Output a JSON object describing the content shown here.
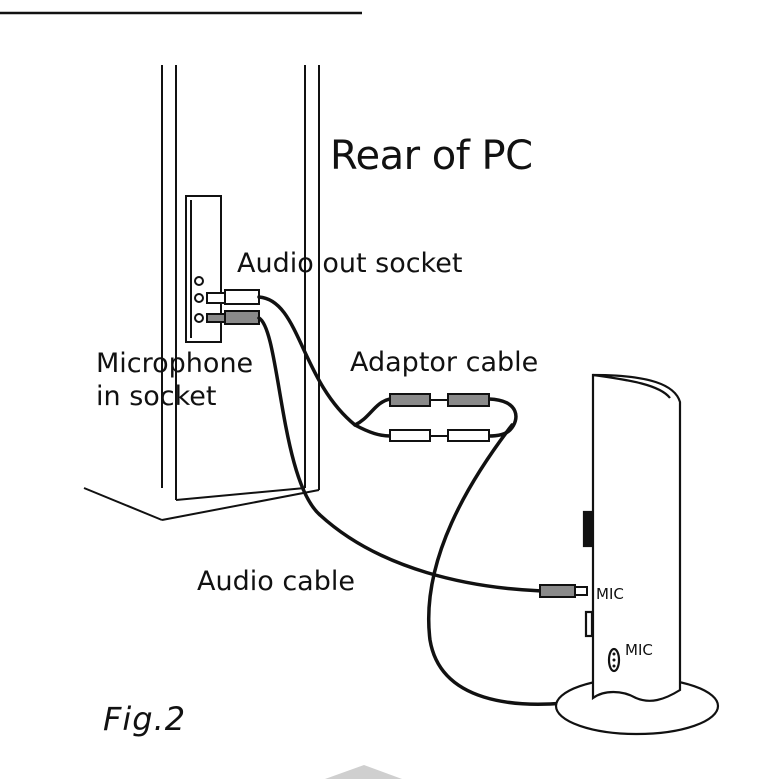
{
  "labels": {
    "rear_of_pc": "Rear of PC",
    "audio_out_socket": "Audio out socket",
    "microphone_line1": "Microphone",
    "microphone_line2": "in socket",
    "adaptor_cable": "Adaptor cable",
    "audio_cable": "Audio cable",
    "mic_jack": "MIC",
    "mic_port": "MIC",
    "figure": "Fig.2"
  },
  "colors": {
    "ink": "#111111",
    "plug_gray": "#8a8a8a",
    "plug_white": "#ffffff",
    "page_mark": "#cfcfcf"
  }
}
